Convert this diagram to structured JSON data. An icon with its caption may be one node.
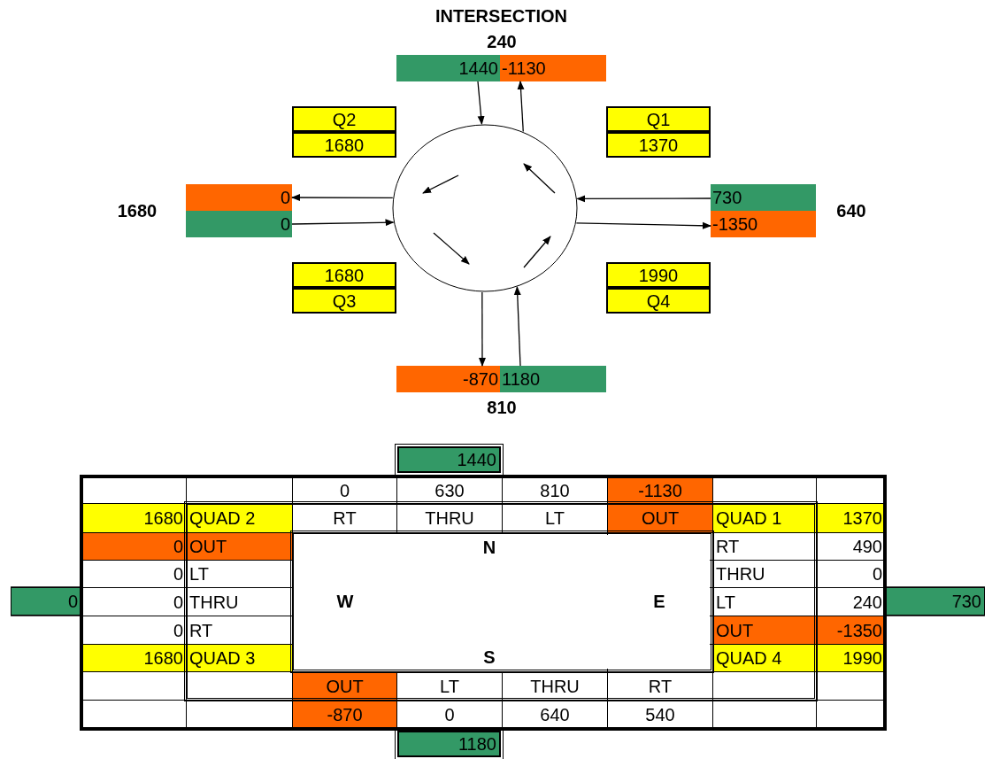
{
  "diagram": {
    "title": "INTERSECTION",
    "nodes": [
      {
        "text": [
          "1440"
        ]
      },
      {
        "text": [
          "-1130"
        ]
      },
      {
        "text": [
          "Q2"
        ]
      },
      {
        "text": [
          "1680"
        ]
      },
      {
        "text": [
          "Q1"
        ]
      },
      {
        "text": [
          "1370"
        ]
      },
      {
        "text": [],
        "shape": "circle"
      },
      {
        "text": [
          "0"
        ]
      },
      {
        "text": [
          "0"
        ]
      },
      {
        "text": [
          "730"
        ]
      },
      {
        "text": [
          "-1350"
        ]
      },
      {
        "text": [
          "1680"
        ]
      },
      {
        "text": [
          "Q3"
        ]
      },
      {
        "text": [
          "1990"
        ]
      },
      {
        "text": [
          "Q4"
        ]
      },
      {
        "text": [
          "-870"
        ]
      },
      {
        "text": [
          "1180"
        ]
      }
    ],
    "edges": [
      {
        "from": 0,
        "to": 6,
        "arrow": "to"
      },
      {
        "from": 6,
        "to": 1,
        "arrow": "to"
      },
      {
        "from": 6,
        "to": 7,
        "arrow": "to"
      },
      {
        "from": 8,
        "to": 6,
        "arrow": "to"
      },
      {
        "from": 9,
        "to": 6,
        "arrow": "to"
      },
      {
        "from": 6,
        "to": 10,
        "arrow": "to"
      },
      {
        "from": 6,
        "to": 15,
        "arrow": "to"
      },
      {
        "from": 16,
        "to": 6,
        "arrow": "to"
      }
    ],
    "labels": [
      "240",
      "1680",
      "640",
      "810",
      "1440",
      "0",
      "630",
      "810",
      "-1130",
      "1680",
      "QUAD 2",
      "RT",
      "THRU",
      "LT",
      "OUT",
      "QUAD 1",
      "1370",
      "0",
      "OUT",
      "N",
      "RT",
      "490",
      "0",
      "LT",
      "THRU",
      "0",
      "0",
      "0",
      "THRU",
      "W",
      "E",
      "LT",
      "240",
      "730",
      "0",
      "RT",
      "OUT",
      "-1350",
      "1680",
      "QUAD 3",
      "S",
      "QUAD 4",
      "1990",
      "OUT",
      "LT",
      "THRU",
      "RT",
      "-870",
      "0",
      "640",
      "540",
      "1180"
    ]
  }
}
